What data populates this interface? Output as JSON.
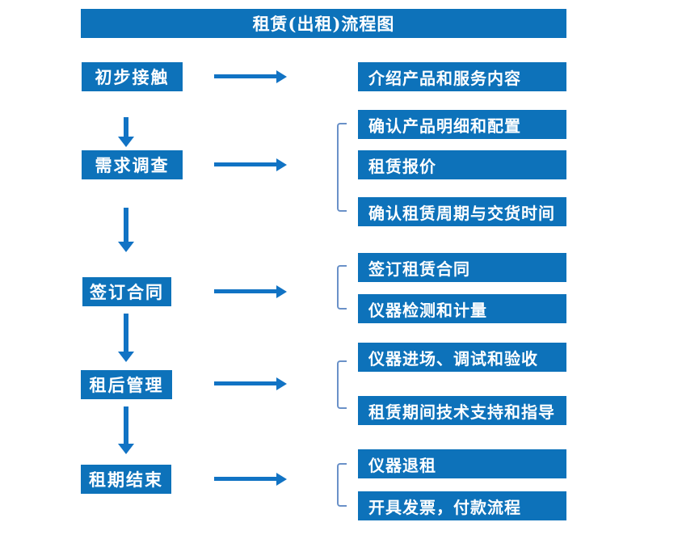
{
  "title": "租赁(出租)流程图",
  "colors": {
    "box_blue": "#0d72ba",
    "arrow_blue": "#1173c4",
    "bracket_blue": "#6a91c8",
    "text_white": "#ffffff"
  },
  "steps": [
    {
      "label": "初步接触",
      "outputs": [
        "介绍产品和服务内容"
      ]
    },
    {
      "label": "需求调查",
      "outputs": [
        "确认产品明细和配置",
        "租赁报价",
        "确认租赁周期与交货时间"
      ]
    },
    {
      "label": "签订合同",
      "outputs": [
        "签订租赁合同",
        "仪器检测和计量"
      ]
    },
    {
      "label": "租后管理",
      "outputs": [
        "仪器进场、调试和验收",
        "租赁期间技术支持和指导"
      ]
    },
    {
      "label": "租期结束",
      "outputs": [
        "仪器退租",
        "开具发票，付款流程"
      ]
    }
  ]
}
